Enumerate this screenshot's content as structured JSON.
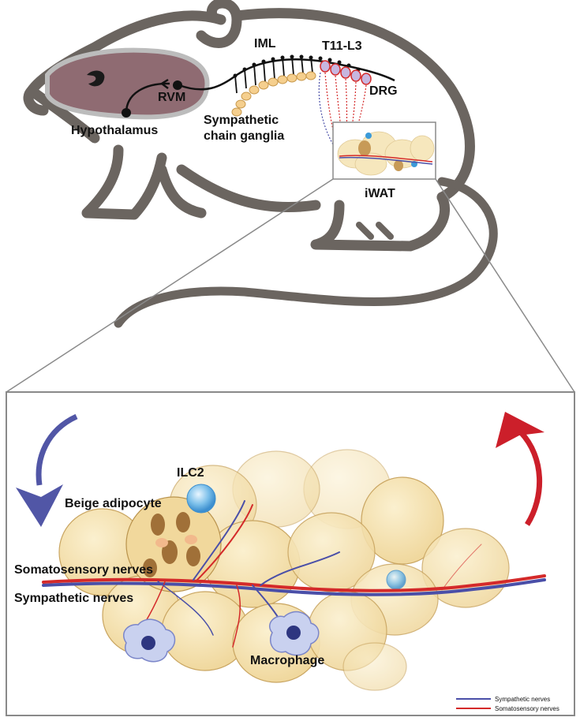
{
  "labels": {
    "iml": "IML",
    "t11_l3": "T11-L3",
    "drg": "DRG",
    "rvm": "RVM",
    "hypothalamus": "Hypothalamus",
    "sympathetic_chain_1": "Sympathetic",
    "sympathetic_chain_2": "chain ganglia",
    "iwat": "iWAT",
    "ilc2": "ILC2",
    "beige_adipocyte": "Beige adipocyte",
    "somatosensory_nerves": "Somatosensory nerves",
    "sympathetic_nerves": "Sympathetic nerves",
    "macrophage": "Macrophage"
  },
  "legend": {
    "sympathetic": "Sympathetic nerves",
    "somatosensory": "Somatosensory nerves"
  },
  "colors": {
    "mouse_outline": "#6b6560",
    "brain": "#8f6b72",
    "sympathetic": "#4a4fa8",
    "somatosensory": "#d42a2a",
    "adipocyte": "#f3dfa8",
    "adipocyte_edge": "#c9a561",
    "ganglion": "#f5cf8e",
    "arrow_blue": "#5156a6",
    "arrow_red": "#cc1f2a",
    "ilc2": "#5aaee0",
    "macrophage": "#7b86c9"
  }
}
